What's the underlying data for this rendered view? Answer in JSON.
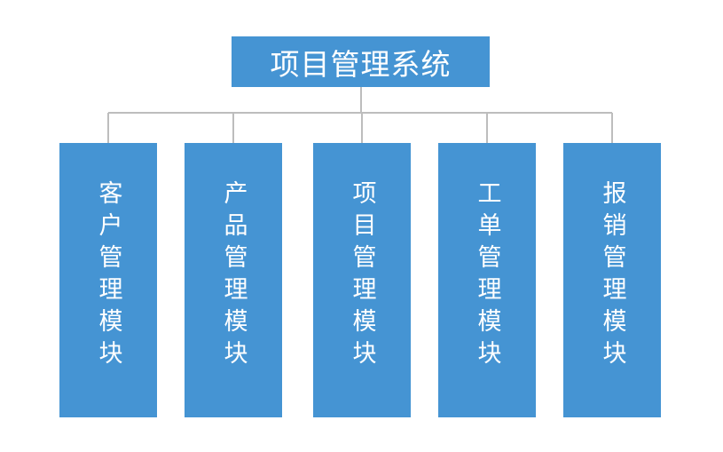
{
  "root": {
    "label": "项目管理系统"
  },
  "modules": [
    {
      "label": "客户管理模块"
    },
    {
      "label": "产品管理模块"
    },
    {
      "label": "项目管理模块"
    },
    {
      "label": "工单管理模块"
    },
    {
      "label": "报销管理模块"
    }
  ],
  "colors": {
    "box_fill": "#4594d3",
    "text": "#ffffff",
    "connector": "#bdbdbd"
  }
}
